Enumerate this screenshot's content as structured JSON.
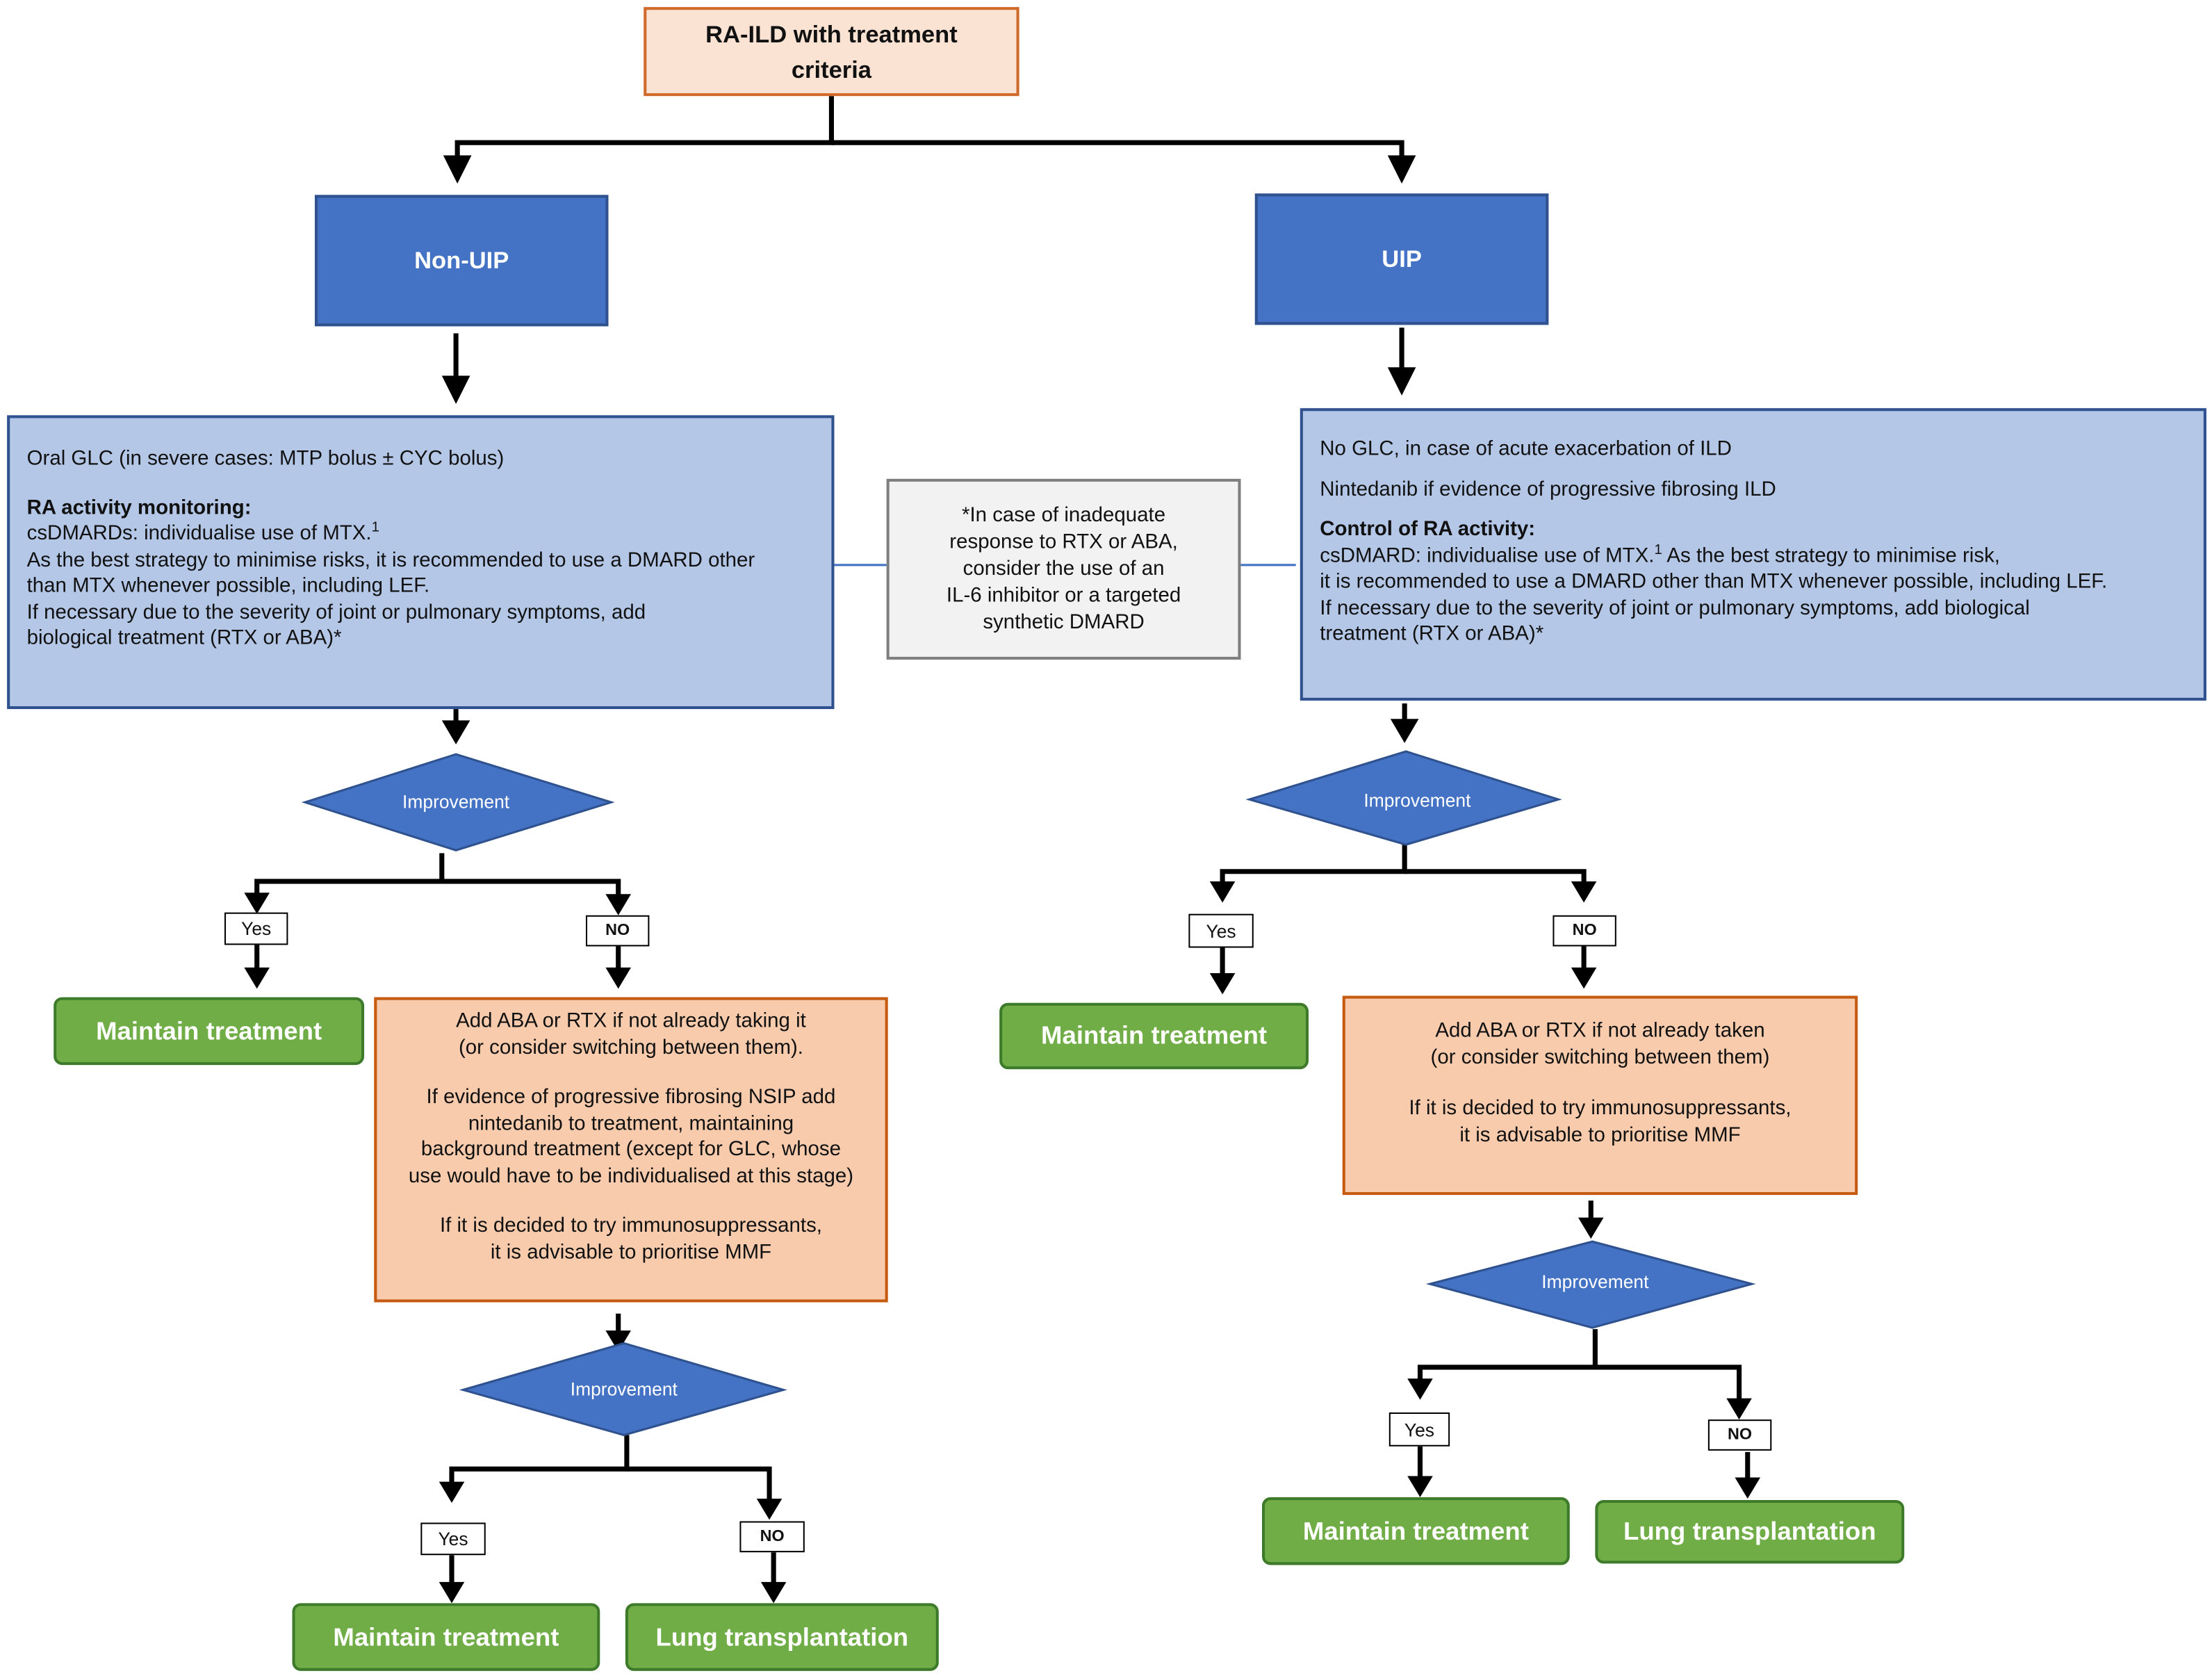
{
  "start": {
    "line1": "RA-ILD with treatment",
    "line2": "criteria"
  },
  "left_branch": {
    "title": "Non-UIP",
    "treatment": {
      "line1": "Oral GLC (in severe cases: MTP bolus ± CYC bolus)",
      "heading": "RA activity monitoring:",
      "line2": "csDMARDs: individualise use of MTX.",
      "sup": "1",
      "line3": "As the best strategy to minimise risks, it is recommended to use a DMARD other",
      "line4": "than MTX whenever possible, including LEF.",
      "line5": "If necessary due to the severity of joint or pulmonary symptoms, add",
      "line6": "biological treatment (RTX or ABA)*"
    },
    "decision1": "Improvement",
    "yes1": "Yes",
    "no1": "NO",
    "maintain1": "Maintain treatment",
    "escalation": {
      "l1": "Add ABA or RTX if not already taking it",
      "l2": "(or consider switching between them).",
      "l3": "If evidence of progressive fibrosing NSIP add",
      "l4": "nintedanib to treatment, maintaining",
      "l5": "background treatment (except for GLC, whose",
      "l6": "use would have to be individualised at this stage)",
      "l7": "If it is decided to try immunosuppressants,",
      "l8": "it is advisable to prioritise MMF"
    },
    "decision2": "Improvement",
    "yes2": "Yes",
    "no2": "NO",
    "maintain2": "Maintain treatment",
    "transplant": "Lung transplantation"
  },
  "note": {
    "l1": "*In case of inadequate",
    "l2": "response to RTX or ABA,",
    "l3": "consider the use of an",
    "l4": "IL-6 inhibitor or a targeted",
    "l5": "synthetic DMARD"
  },
  "right_branch": {
    "title": "UIP",
    "treatment": {
      "line1": "No GLC, in case of acute exacerbation of ILD",
      "line2": "Nintedanib if evidence of progressive fibrosing ILD",
      "heading": "Control of RA activity:",
      "line3a": "csDMARD: individualise use of MTX.",
      "sup": "1",
      "line3b": " As the best strategy to minimise risk,",
      "line4": "it is recommended to use a DMARD other than MTX whenever possible, including LEF.",
      "line5": "If necessary due to the severity of joint or pulmonary symptoms, add biological",
      "line6": "treatment (RTX or ABA)*"
    },
    "decision1": "Improvement",
    "yes1": "Yes",
    "no1": "NO",
    "maintain1": "Maintain treatment",
    "escalation": {
      "l1": "Add ABA or RTX if not already taken",
      "l2": "(or consider switching between them)",
      "l3": "If it is decided to try immunosuppressants,",
      "l4": "it is advisable to prioritise MMF"
    },
    "decision2": "Improvement",
    "yes2": "Yes",
    "no2": "NO",
    "maintain2": "Maintain treatment",
    "transplant": "Lung transplantation"
  },
  "colors": {
    "start_fill": "#fbe3d4",
    "start_border": "#cf6a2a",
    "category_blue": "#4472c4",
    "treatment_light_blue": "#b4c7e7",
    "note_gray": "#f2f2f2",
    "escalation_orange": "#f8cbad",
    "outcome_green": "#70ad47"
  }
}
